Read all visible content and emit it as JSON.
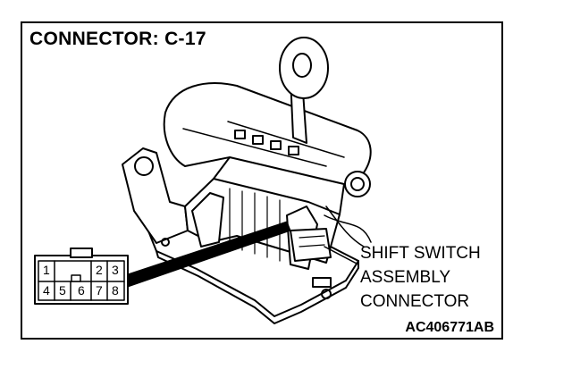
{
  "title": "CONNECTOR: C-17",
  "callout_lines": [
    "SHIFT SWITCH",
    "ASSEMBLY",
    "CONNECTOR"
  ],
  "reference_code": "AC406771AB",
  "connector_pins_top": [
    "1",
    "2",
    "3"
  ],
  "connector_pins_bottom": [
    "4",
    "5",
    "6",
    "7",
    "8"
  ]
}
